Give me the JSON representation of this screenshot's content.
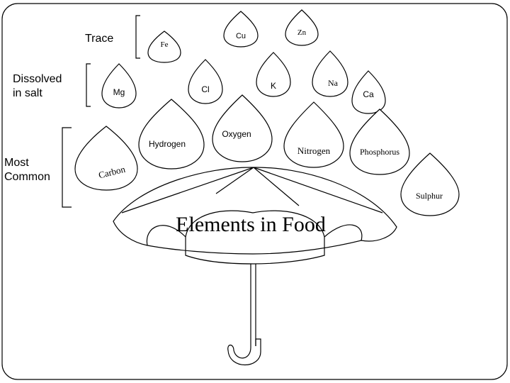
{
  "diagram": {
    "title": "Elements in Food",
    "categories": {
      "trace": "Trace",
      "dissolved_line1": "Dissolved",
      "dissolved_line2": "in salt",
      "common_line1": "Most",
      "common_line2": "Common"
    },
    "trace_elements": [
      "Fe",
      "Cu",
      "Zn"
    ],
    "salt_elements": [
      "Mg",
      "Cl",
      "K",
      "Na",
      "Ca"
    ],
    "common_elements": [
      "Carbon",
      "Hydrogen",
      "Oxygen",
      "Nitrogen",
      "Phosphorus",
      "Sulphur"
    ],
    "icons": {
      "drop": "raindrop-icon",
      "umbrella": "umbrella-icon"
    },
    "colors": {
      "stroke": "#000000",
      "background": "#ffffff"
    }
  }
}
